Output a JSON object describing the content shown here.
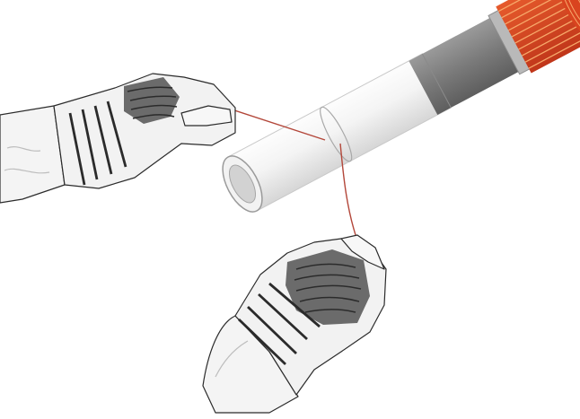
{
  "colors": {
    "background": "#ffffff",
    "conductor_copper": "#d9441f",
    "conductor_strand": "#f7a86a",
    "insulation_dark": "#7d7d7d",
    "insulation_light": "#eeeeee",
    "cutting_wire": "#b3473a",
    "glove_outline": "#2b2b2b",
    "glove_dark": "#6b6b6b",
    "sleeve_fill": "#f4f4f4"
  },
  "scene": {
    "description_elements": [
      "cable",
      "copper-conductor",
      "cutting-wire",
      "left-hand",
      "lower-hand"
    ]
  }
}
